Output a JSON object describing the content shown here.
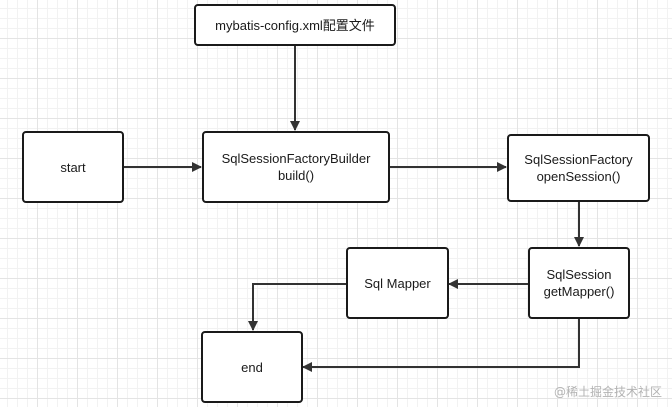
{
  "diagram": {
    "nodes": {
      "config": {
        "line1": "mybatis-config.xml配置文件"
      },
      "start": {
        "line1": "start"
      },
      "builder": {
        "line1": "SqlSessionFactoryBuilder",
        "line2": "build()"
      },
      "factory": {
        "line1": "SqlSessionFactory",
        "line2": "openSession()"
      },
      "session": {
        "line1": "SqlSession",
        "line2": "getMapper()"
      },
      "mapper": {
        "line1": "Sql Mapper"
      },
      "end": {
        "line1": "end"
      }
    },
    "edges": [
      {
        "from": "config",
        "to": "builder"
      },
      {
        "from": "start",
        "to": "builder"
      },
      {
        "from": "builder",
        "to": "factory"
      },
      {
        "from": "factory",
        "to": "session"
      },
      {
        "from": "session",
        "to": "mapper"
      },
      {
        "from": "mapper",
        "to": "end"
      },
      {
        "from": "session",
        "to": "end"
      }
    ],
    "colors": {
      "stroke": "#1a1a1a",
      "grid": "#e4e4e4"
    }
  },
  "watermark": "@稀土掘金技术社区"
}
